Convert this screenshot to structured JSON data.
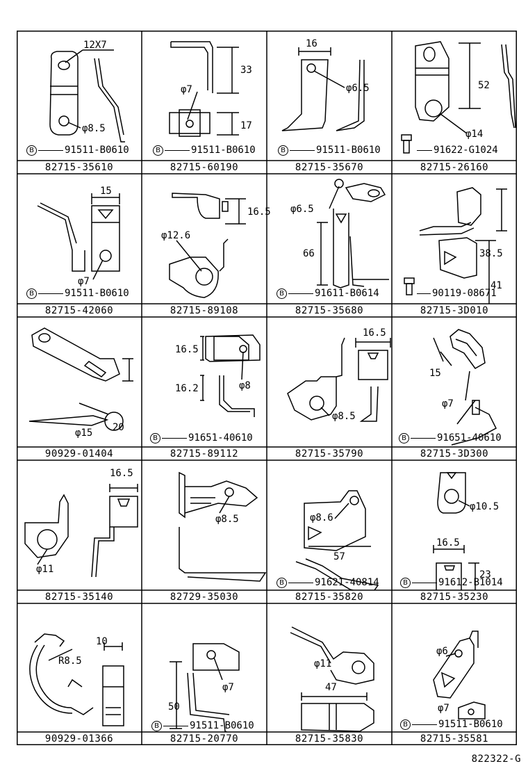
{
  "parts": [
    {
      "part_no": "82715-35610",
      "bolt": "91511-B0610",
      "bolt_sym": "B",
      "dims": [
        "12X7",
        "φ8.5"
      ]
    },
    {
      "part_no": "82715-60190",
      "bolt": "91511-B0610",
      "bolt_sym": "B",
      "dims": [
        "33",
        "φ7",
        "17"
      ]
    },
    {
      "part_no": "82715-35670",
      "bolt": "91511-B0610",
      "bolt_sym": "B",
      "dims": [
        "16",
        "φ6.5"
      ]
    },
    {
      "part_no": "82715-26160",
      "bolt": "91622-G1024",
      "bolt_sym": "",
      "dims": [
        "52",
        "φ14"
      ]
    },
    {
      "part_no": "82715-42060",
      "bolt": "91511-B0610",
      "bolt_sym": "B",
      "dims": [
        "15",
        "φ7"
      ]
    },
    {
      "part_no": "82715-89108",
      "bolt": "",
      "bolt_sym": "",
      "dims": [
        "16.5",
        "φ12.6"
      ]
    },
    {
      "part_no": "82715-35680",
      "bolt": "91611-B0614",
      "bolt_sym": "B",
      "dims": [
        "φ6.5",
        "66"
      ]
    },
    {
      "part_no": "82715-3D010",
      "bolt": "90119-08671",
      "bolt_sym": "",
      "dims": [
        "38.5",
        "41"
      ]
    },
    {
      "part_no": "90929-01404",
      "bolt": "",
      "bolt_sym": "",
      "dims": [
        "20",
        "φ15"
      ]
    },
    {
      "part_no": "82715-89112",
      "bolt": "91651-40610",
      "bolt_sym": "B",
      "dims": [
        "16.5",
        "φ8",
        "16.2"
      ]
    },
    {
      "part_no": "82715-35790",
      "bolt": "",
      "bolt_sym": "",
      "dims": [
        "16.5",
        "φ8.5"
      ]
    },
    {
      "part_no": "82715-3D300",
      "bolt": "91651-40610",
      "bolt_sym": "B",
      "dims": [
        "15",
        "φ7"
      ]
    },
    {
      "part_no": "82715-35140",
      "bolt": "",
      "bolt_sym": "",
      "dims": [
        "16.5",
        "φ11"
      ]
    },
    {
      "part_no": "82729-35030",
      "bolt": "",
      "bolt_sym": "",
      "dims": [
        "φ8.5"
      ]
    },
    {
      "part_no": "82715-35820",
      "bolt": "91621-40814",
      "bolt_sym": "B",
      "dims": [
        "φ8.6",
        "57"
      ]
    },
    {
      "part_no": "82715-35230",
      "bolt": "91612-B1014",
      "bolt_sym": "B",
      "dims": [
        "φ10.5",
        "16.5",
        "23"
      ]
    },
    {
      "part_no": "90929-01366",
      "bolt": "",
      "bolt_sym": "",
      "dims": [
        "10",
        "R8.5"
      ]
    },
    {
      "part_no": "82715-20770",
      "bolt": "91511-B0610",
      "bolt_sym": "B",
      "dims": [
        "φ7",
        "50"
      ]
    },
    {
      "part_no": "82715-35830",
      "bolt": "",
      "bolt_sym": "",
      "dims": [
        "φ11",
        "47"
      ]
    },
    {
      "part_no": "82715-35581",
      "bolt": "91511-B0610",
      "bolt_sym": "B",
      "dims": [
        "φ6",
        "φ7"
      ]
    }
  ],
  "doc_id": "822322-G"
}
